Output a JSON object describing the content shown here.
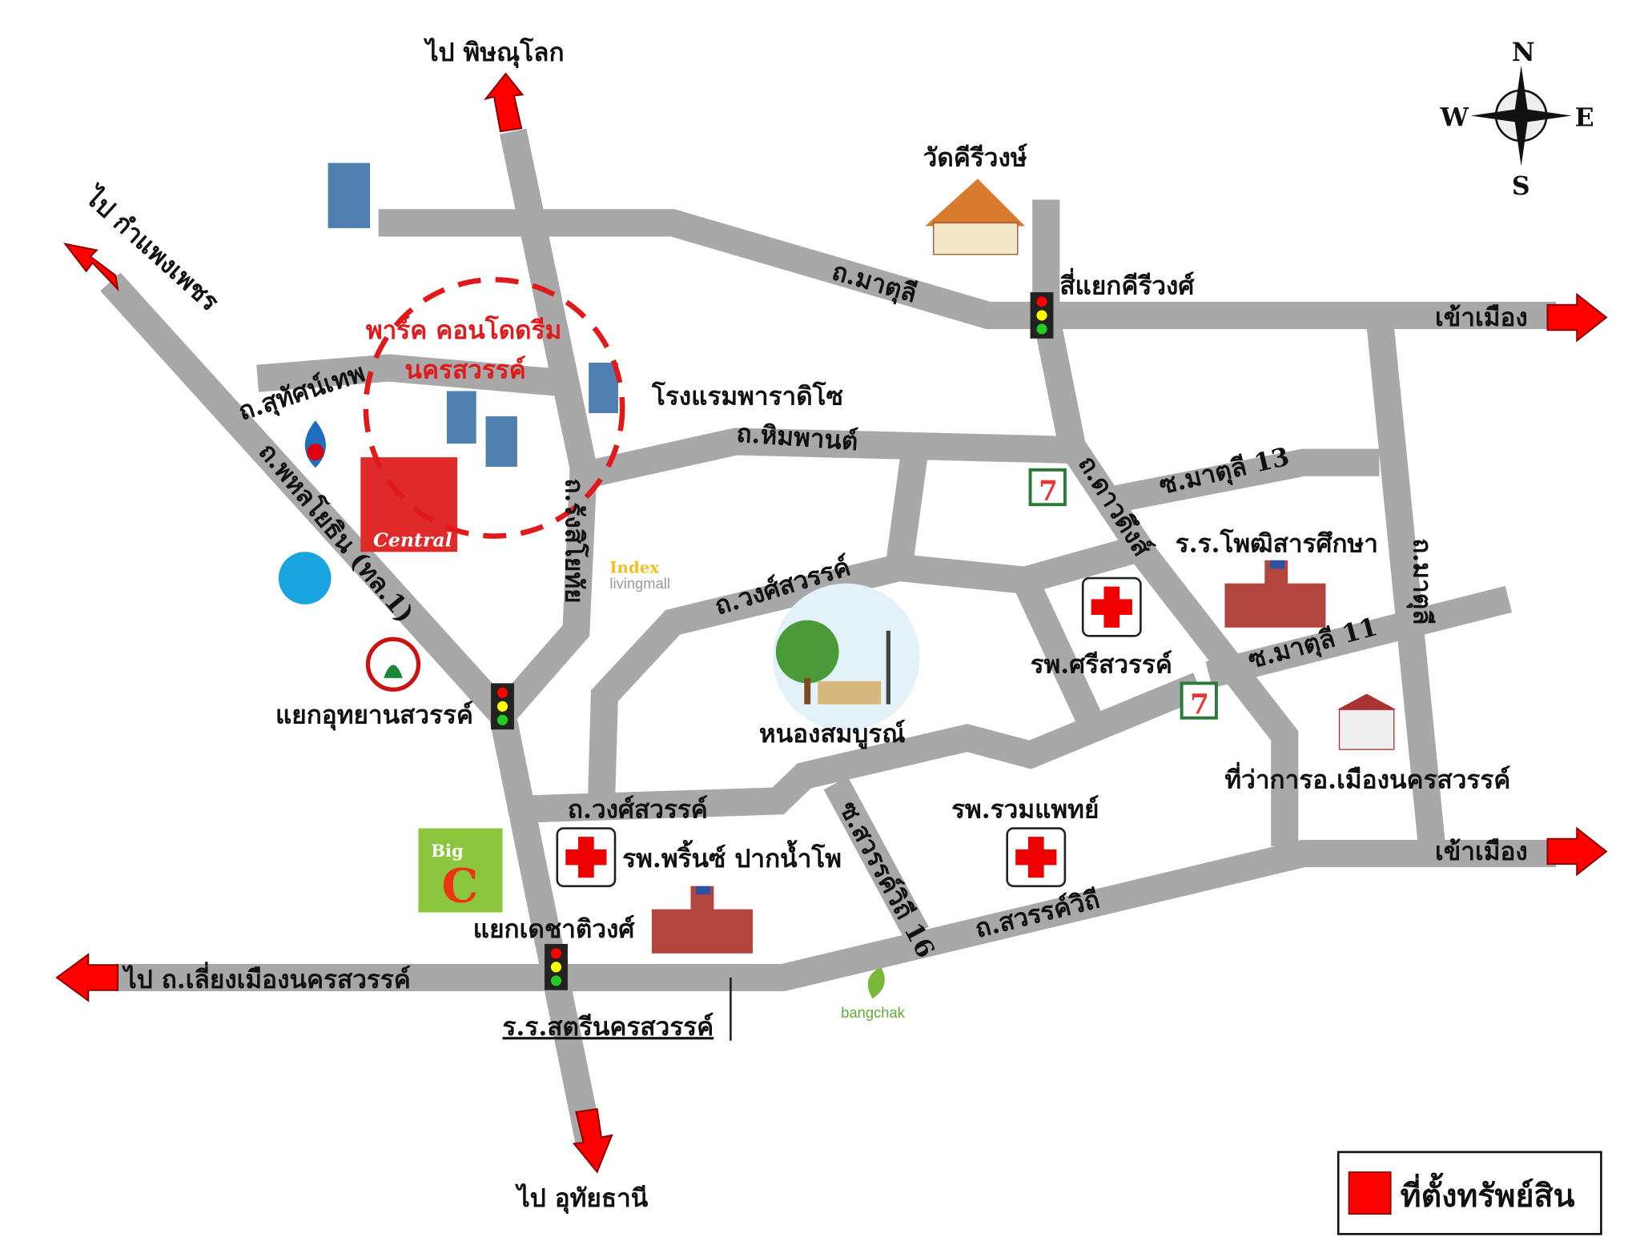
{
  "destinations": {
    "north": "ไป พิษณุโลก",
    "northwest": "ไป กำแพงเพชร",
    "south": "ไป อุทัยธานี",
    "west": "ไป ถ.เลี่ยงเมืองนครสวรรค์",
    "city_east_top": "เข้าเมือง",
    "city_east_bottom": "เข้าเมือง"
  },
  "roads": {
    "maduli": "ถ.มาตุลี",
    "suthatsanathep": "ถ.สุทัศน์เทพ",
    "phahonyothin": "ถ.พหลโยธิน (ทล.1)",
    "rangsiyothin": "ถ.รังสิโยทัย",
    "himmaphan": "ถ.หิมพานต์",
    "wongsawan_upper": "ถ.วงศ์สวรรค์",
    "wongsawan_lower": "ถ.วงศ์สวรรค์",
    "dawadueng": "ถ.ดาวดึงส์",
    "maduli13": "ซ.มาตุลี 13",
    "maduli11": "ซ.มาตุลี 11",
    "maduli_east": "ถ.มาตุลี",
    "sawanwithi16": "ซ.สวรรค์วิถี 16",
    "sawanwithi": "ถ.สวรรค์วิถี"
  },
  "places": {
    "property": "พาร์ค คอนโดดรีม",
    "property_line2": "นครสวรรค์",
    "hotel": "โรงแรมพาราดิโซ",
    "temple": "วัดคีรีวงษ์",
    "kiriwong_junction": "สี่แยกคีรีวงศ์",
    "uthayan_junction": "แยกอุทยานสวรรค์",
    "dechatiwong_junction": "แยกเดชาติวงศ์",
    "school_phophi": "ร.ร.โพฒิสารศึกษา",
    "hospital_sri": "รพ.ศรีสวรรค์",
    "park": "หนองสมบูรณ์",
    "district_office": "ที่ว่าการอ.เมืองนครสวรรค์",
    "hospital_ruam": "รพ.รวมแพทย์",
    "hospital_prince": "รพ.พริ้นซ์ ปากน้ำโพ",
    "school_satri": "ร.ร.สตรีนครสวรรค์",
    "central": "Central",
    "index_top": "Index",
    "index_bottom": "livingmall",
    "bigc_top": "Big",
    "bigc_bottom": "C",
    "bangchak": "bangchak"
  },
  "compass": {
    "n": "N",
    "s": "S",
    "e": "E",
    "w": "W"
  },
  "legend": {
    "label": "ที่ตั้งทรัพย์สิน",
    "color": "#ff0000"
  },
  "colors": {
    "road": "#a8a8a8",
    "arrow": "#ff0000",
    "accent": "#e0191b"
  }
}
